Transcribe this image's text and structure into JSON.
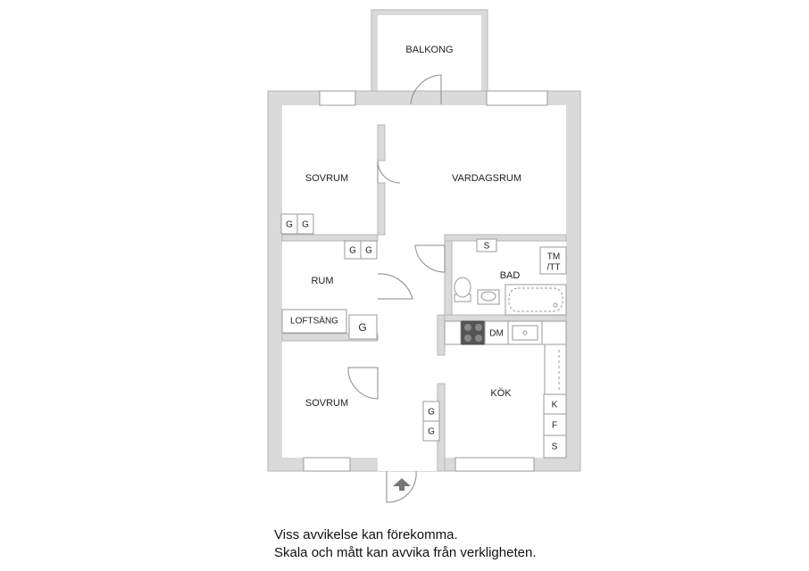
{
  "rooms": {
    "balcony": "BALKONG",
    "bedroom_top": "SOVRUM",
    "living_room": "VARDAGSRUM",
    "room": "RUM",
    "bath": "BAD",
    "kitchen": "KÖK",
    "bedroom_bottom": "SOVRUM"
  },
  "fixtures": {
    "wardrobe": "G",
    "loft_bed": "LOFTSÄNG",
    "washer_dryer": "TM\n/TT",
    "washer_dryer_line1": "TM",
    "washer_dryer_line2": "/TT",
    "bath_cabinet": "S",
    "dishwasher": "DM",
    "fridge": "K",
    "freezer": "F",
    "kitchen_cabinet": "S"
  },
  "disclaimer": {
    "line1": "Viss avvikelse kan förekomma.",
    "line2": "Skala och mått kan avvika från verkligheten."
  },
  "colors": {
    "wall_fill": "#dadada",
    "wall_edge": "#b5b5b5",
    "background": "#ffffff"
  },
  "icons": [
    "entrance-arrow-icon",
    "stove-icon",
    "sink-icon",
    "toilet-icon",
    "washbasin-icon",
    "bathtub-icon"
  ]
}
